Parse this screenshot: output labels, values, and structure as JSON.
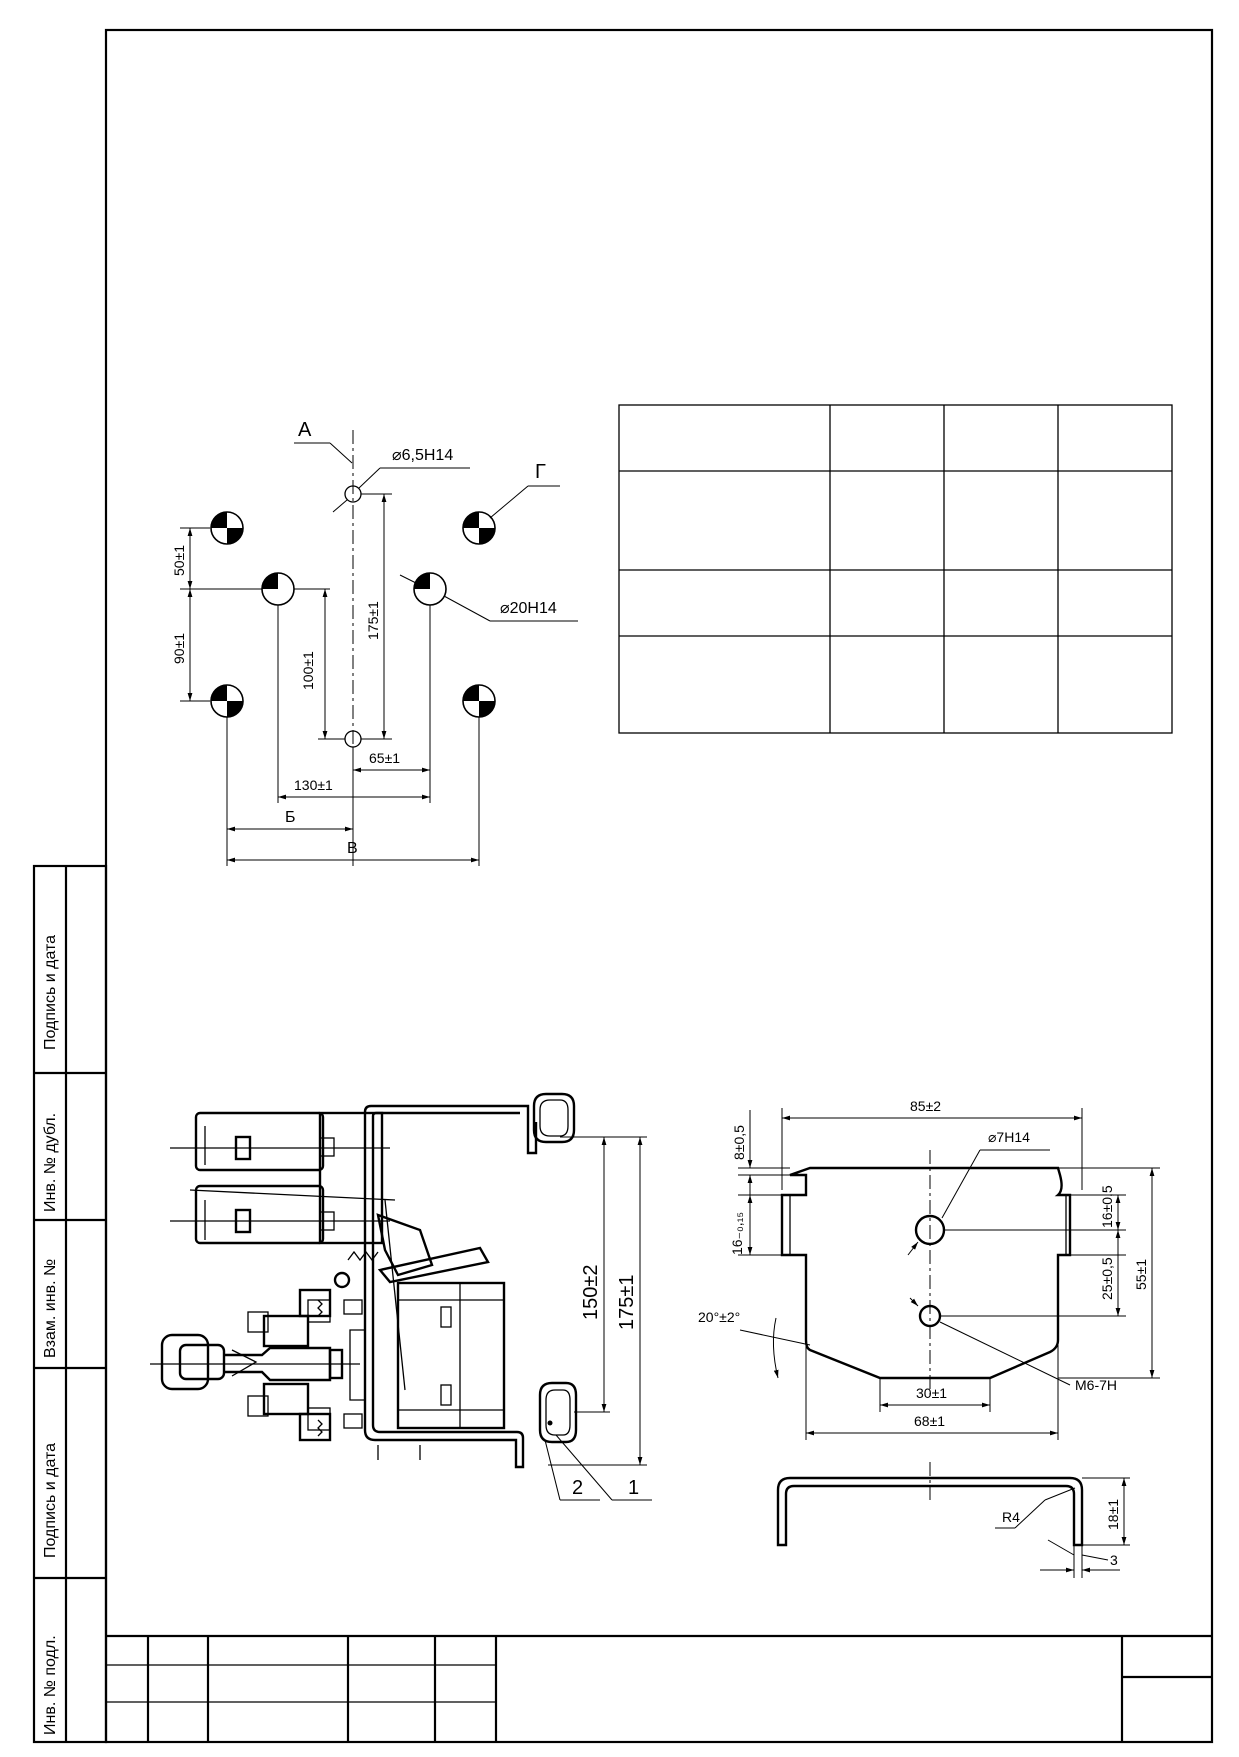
{
  "side_stamp": {
    "labels": [
      "Инв. № подл.",
      "Подпись и дата",
      "Взам. инв. №",
      "Инв. № дубл.",
      "Подпись и дата"
    ]
  },
  "mounting_drawing": {
    "label_a": "А",
    "label_g": "Г",
    "label_b": "Б",
    "label_v": "В",
    "hole_small": "⌀6,5H14",
    "hole_large": "⌀20H14",
    "dim_50": "50±1",
    "dim_90": "90±1",
    "dim_100": "100±1",
    "dim_175": "175±1",
    "dim_65": "65±1",
    "dim_130": "130±1"
  },
  "empty_table": {
    "rows": 4,
    "cols": 4
  },
  "assembly_view": {
    "dim_150": "150±2",
    "dim_175": "175±1",
    "callout_1": "1",
    "callout_2": "2"
  },
  "bracket_drawing": {
    "dim_85": "85±2",
    "dim_8": "8±0,5",
    "hole": "⌀7H14",
    "dim_16_top": "16±0,5",
    "dim_16_left": "16₋₀,₁₅",
    "dim_25": "25±0,5",
    "dim_55": "55±1",
    "angle": "20°±2°",
    "dim_30": "30±1",
    "dim_68": "68±1",
    "thread": "M6-7H",
    "radius": "R4",
    "dim_18": "18±1",
    "dim_3": "3"
  }
}
